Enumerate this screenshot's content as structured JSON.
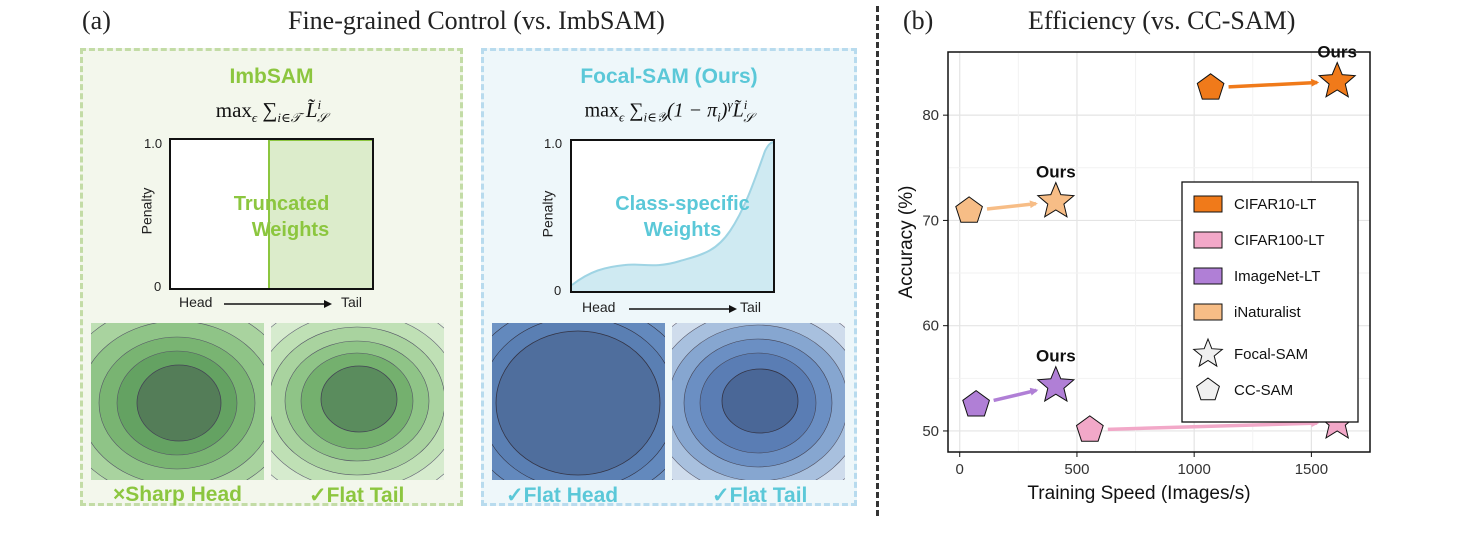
{
  "panel_a": {
    "label": "(a)",
    "caption": "Fine-grained Control (vs. ImbSAM)",
    "imbsam": {
      "title": "ImbSAM",
      "formula": {
        "prefix": "max",
        "sub1": "ϵ",
        "sum": "∑",
        "sub2": "i∈𝒯",
        "term": "L̃",
        "sup3": "i",
        "sub3": "𝒮"
      },
      "plot": {
        "y_label": "Penalty",
        "y_top": "1.0",
        "y_bottom": "0",
        "x_left": "Head",
        "x_right": "Tail",
        "annotation_line1": "Truncated",
        "annotation_line2": "Weights"
      },
      "bottom_left": "×Sharp Head",
      "bottom_right": "✓Flat Tail",
      "colors": {
        "accent": "#8cc63f",
        "bg": "#f3f7ec",
        "border": "#c3dca6"
      }
    },
    "focal": {
      "title": "Focal-SAM (Ours)",
      "formula": {
        "prefix": "max",
        "sub1": "ϵ",
        "sum": "∑",
        "sub2": "i∈𝒴",
        "mid": "(1 − π",
        "sub_mid": "i",
        "close": ")",
        "gamma": "γ",
        "term": "L̃",
        "sup3": "i",
        "sub3": "𝒮"
      },
      "plot": {
        "y_label": "Penalty",
        "y_top": "1.0",
        "y_bottom": "0",
        "x_left": "Head",
        "x_right": "Tail",
        "annotation_line1": "Class-specific",
        "annotation_line2": "Weights"
      },
      "bottom_left": "✓Flat Head",
      "bottom_right": "✓Flat Tail",
      "colors": {
        "accent": "#5bc8d8",
        "bg": "#eef7fa",
        "border": "#b8dbee"
      }
    }
  },
  "panel_b": {
    "label": "(b)",
    "caption": "Efficiency (vs. CC-SAM)",
    "chart_data": {
      "type": "scatter",
      "xlabel": "Training Speed (Images/s)",
      "ylabel": "Accuracy (%)",
      "xlim": [
        -50,
        1750
      ],
      "ylim": [
        48,
        86
      ],
      "x_ticks": [
        0,
        500,
        1000,
        1500
      ],
      "y_ticks": [
        50,
        60,
        70,
        80
      ],
      "grid": true,
      "legend_placement": "center-right",
      "point_label": "Ours",
      "series": [
        {
          "name": "CIFAR10-LT",
          "color": "#f07a1a",
          "cc_sam": {
            "x": 1070,
            "y": 82.6
          },
          "focal_sam": {
            "x": 1610,
            "y": 83.2
          }
        },
        {
          "name": "CIFAR100-LT",
          "color": "#f2a8c8",
          "cc_sam": {
            "x": 555,
            "y": 50.1
          },
          "focal_sam": {
            "x": 1610,
            "y": 50.8
          }
        },
        {
          "name": "ImageNet-LT",
          "color": "#b07fd6",
          "cc_sam": {
            "x": 70,
            "y": 52.5
          },
          "focal_sam": {
            "x": 410,
            "y": 54.3
          }
        },
        {
          "name": "iNaturalist",
          "color": "#f7bd86",
          "cc_sam": {
            "x": 40,
            "y": 70.9
          },
          "focal_sam": {
            "x": 410,
            "y": 71.8
          }
        }
      ],
      "marker_legend": [
        {
          "name": "Focal-SAM",
          "shape": "star"
        },
        {
          "name": "CC-SAM",
          "shape": "pentagon"
        }
      ]
    }
  }
}
